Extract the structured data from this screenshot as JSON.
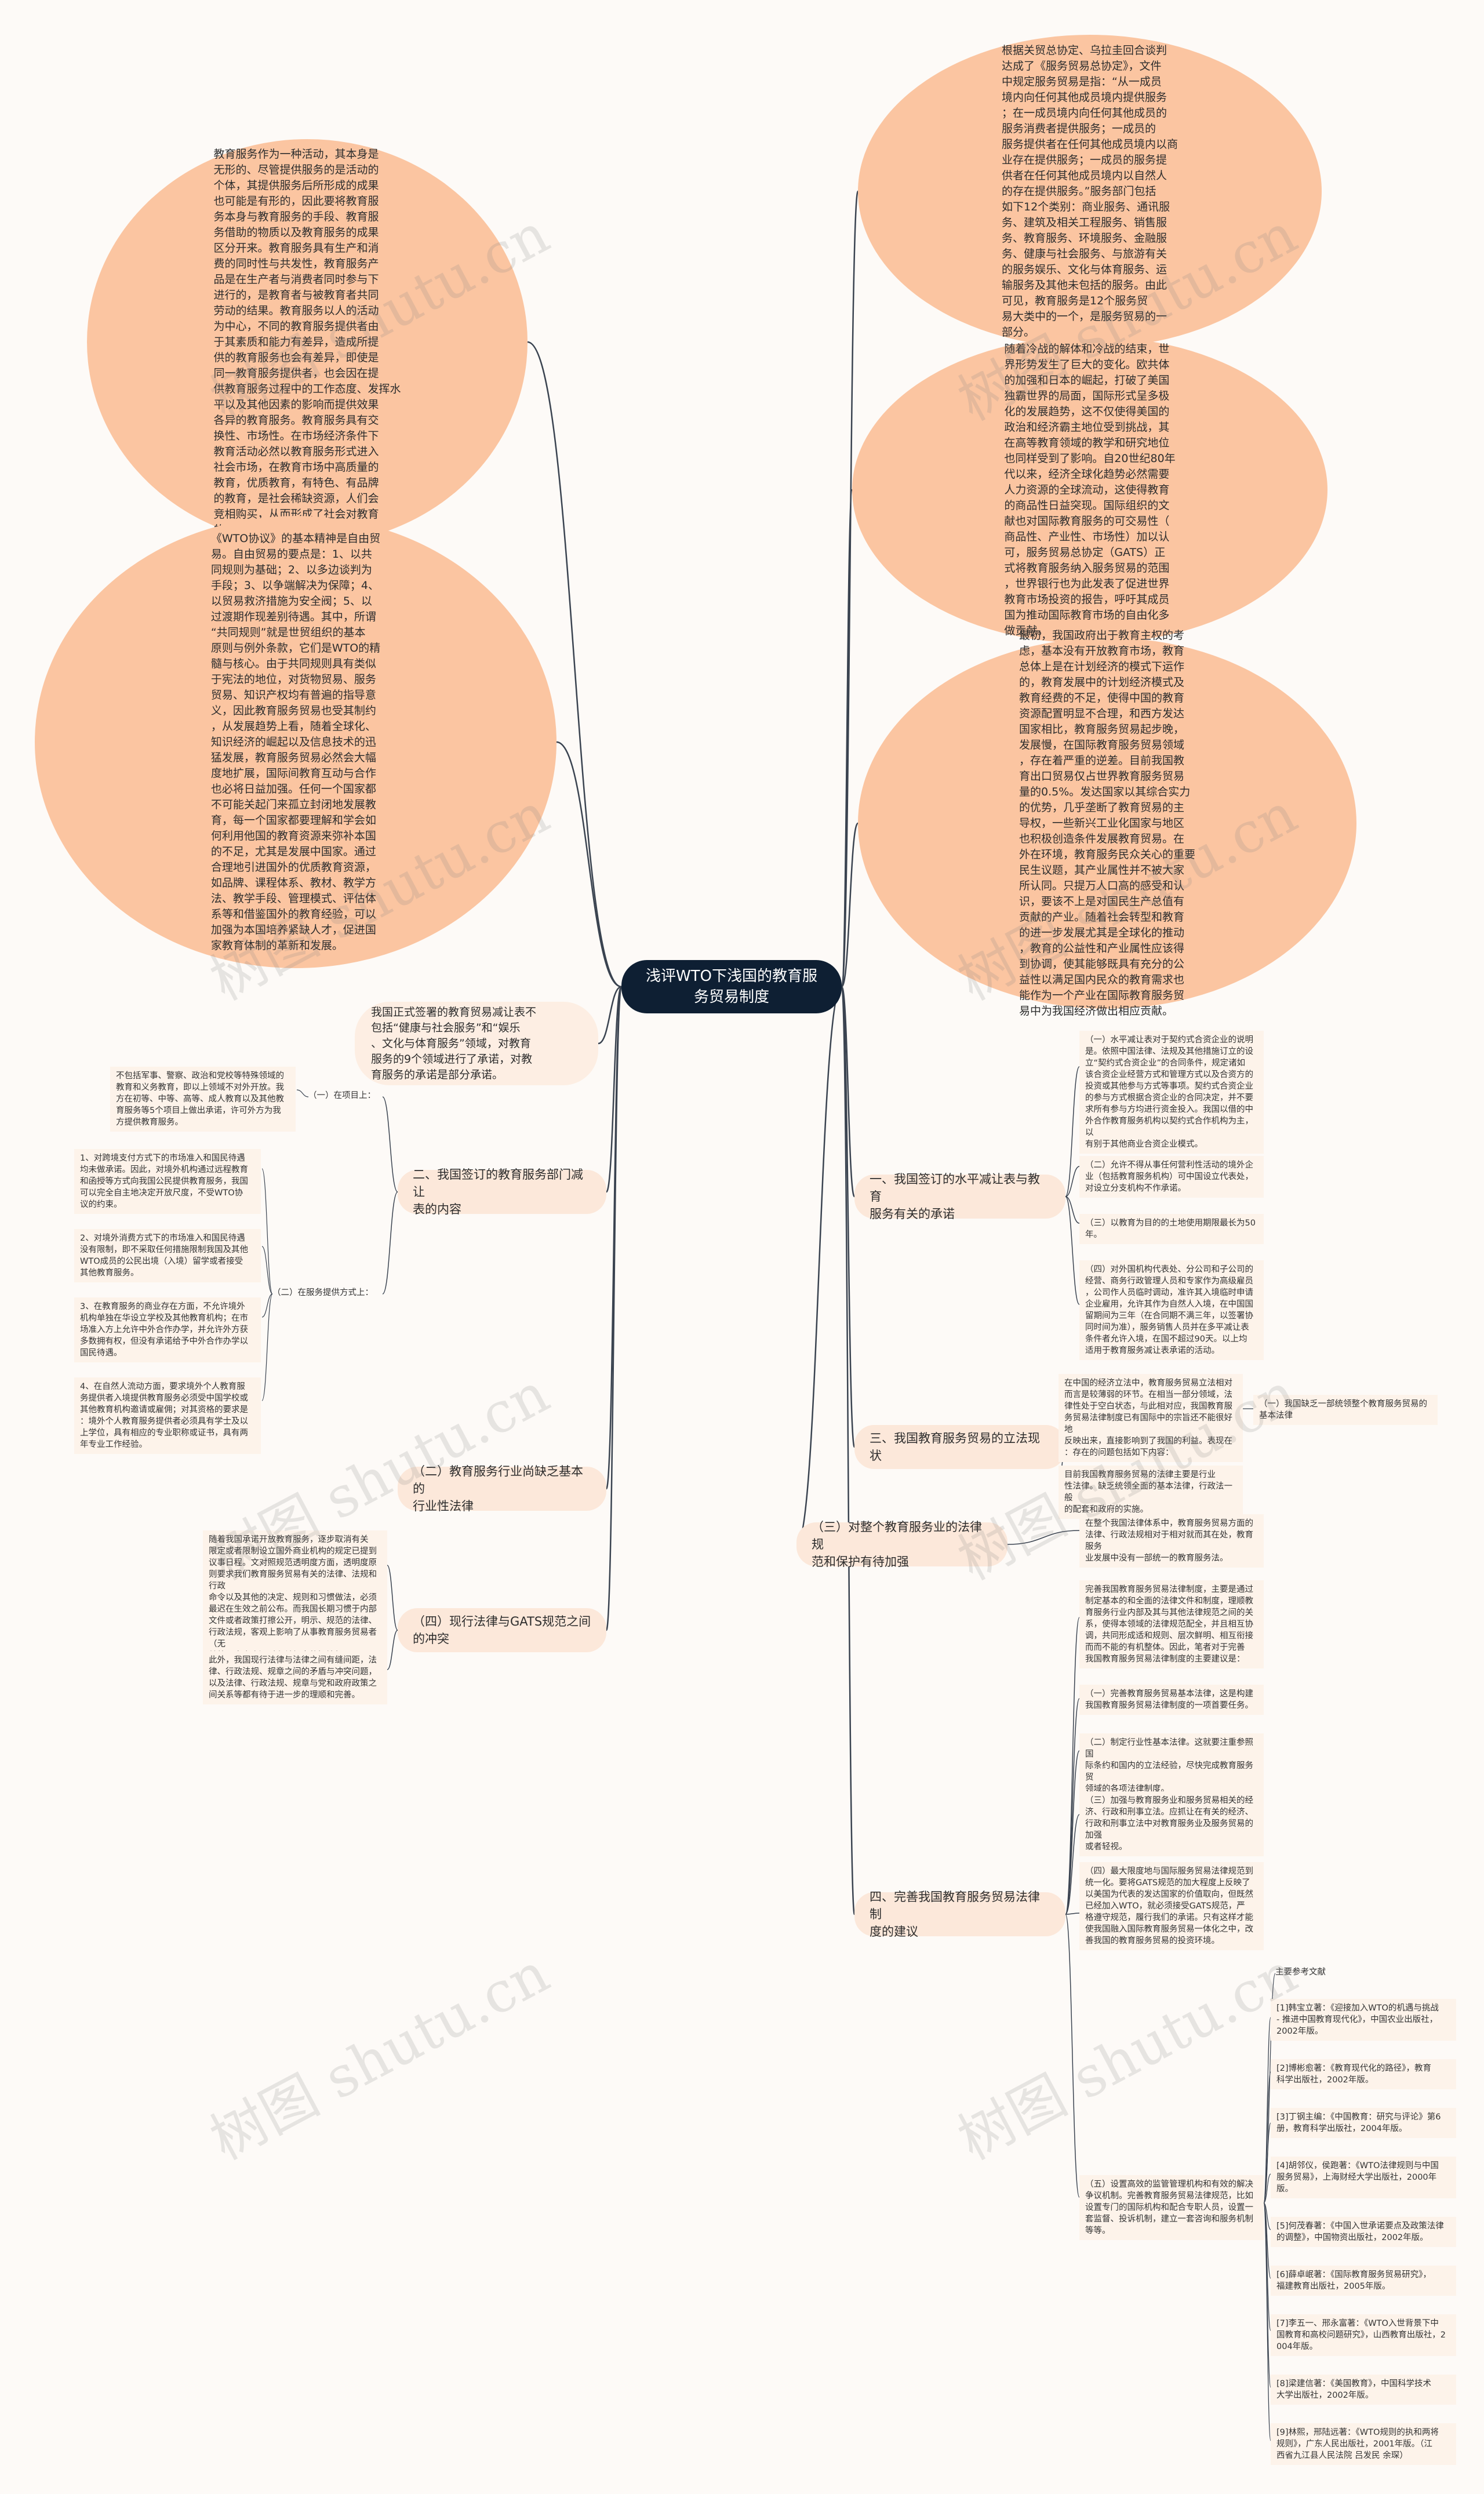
{
  "root": {
    "title": "浅评WTO下浅国的教育服\n务贸易制度"
  },
  "left_blobs": [
    "教育服务作为一种活动，其本身是\n无形的、尽管提供服务的是活动的\n个体，其提供服务后所形成的成果\n也可能是有形的，因此要将教育服\n务本身与教育服务的手段、教育服\n务借助的物质以及教育服务的成果\n区分开来。教育服务具有生产和消\n费的同时性与共发性，教育服务产\n品是在生产者与消费者同时参与下\n进行的，是教育者与被教育者共同\n劳动的结果。教育服务以人的活动\n为中心，不同的教育服务提供者由\n于其素质和能力有差异，造成所提\n供的教育服务也会有差异，即使是\n同一教育服务提供者，也会因在提\n供教育服务过程中的工作态度、发挥水\n平以及其他因素的影响而提供效果\n各异的教育服务。教育服务具有交\n换性、市场性。在市场经济条件下\n教育活动必然以教育服务形式进入\n社会市场，在教育市场中高质量的\n教育，优质教育，有特色、有品牌\n的教育，是社会稀缺资源，人们会\n竞相购买，从而形成了社会对教育\n的选择性消费。",
    "《WTO协议》的基本精神是自由贸\n易。自由贸易的要点是：1、以共\n同规则为基础；2、以多边谈判为\n手段；3、以争端解决为保障；4、\n以贸易救济措施为安全阀；5、以\n过渡期作现差别待遇。其中，所谓\n“共同规则”就是世贸组织的基本\n原则与例外条款，它们是WTO的精\n髓与核心。由于共同规则具有类似\n于宪法的地位，对货物贸易、服务\n贸易、知识产权均有普遍的指导意\n义，因此教育服务贸易也受其制约\n，从发展趋势上看，随着全球化、\n知识经济的崛起以及信息技术的迅\n猛发展，教育服务贸易必然会大幅\n度地扩展，国际间教育互动与合作\n也必将日益加强。任何一个国家都\n不可能关起门来孤立封闭地发展教\n育，每一个国家都要理解和学会如\n何利用他国的教育资源来弥补本国\n的不足，尤其是发展中国家。通过\n合理地引进国外的优质教育资源，\n如品牌、课程体系、教材、教学方\n法、教学手段、管理模式、评估体\n系等和借鉴国外的教育经验，可以\n加强为本国培养紧缺人才，促进国\n家教育体制的革新和发展。"
  ],
  "left_pill": "我国正式签署的教育贸易减让表不\n包括“健康与社会服务”和“娱乐\n、文化与体育服务”领域，对教育\n服务的9个领域进行了承诺，对教\n育服务的承诺是部分承诺。",
  "right_blobs": [
    "根据关贸总协定、乌拉圭回合谈判\n达成了《服务贸易总协定》，文件\n中规定服务贸易是指：“从一成员\n境内向任何其他成员境内提供服务\n；在一成员境内向任何其他成员的\n服务消费者提供服务；一成员的\n服务提供者在任何其他成员境内以商\n业存在提供服务；一成员的服务提\n供者在任何其他成员境内以自然人\n的存在提供服务。”服务部门包括\n如下12个类别：商业服务、通讯服\n务、建筑及相关工程服务、销售服\n务、教育服务、环境服务、金融服\n务、健康与社会服务、与旅游有关\n的服务娱乐、文化与体育服务、运\n输服务及其他未包括的服务。由此\n可见，教育服务是12个服务贸\n易大类中的一个，是服务贸易的一\n部分。",
    "随着冷战的解体和冷战的结束，世\n界形势发生了巨大的变化。欧共体\n的加强和日本的崛起，打破了美国\n独霸世界的局面，国际形式呈多极\n化的发展趋势，这不仅使得美国的\n政治和经济霸主地位受到挑战，其\n在高等教育领域的教学和研究地位\n也同样受到了影响。自20世纪80年\n代以来，经济全球化趋势必然需要\n人力资源的全球流动，这使得教育\n的商品性日益突现。国际组织的文\n献也对国际教育服务的可交易性（\n商品性、产业性、市场性）加以认\n可，服务贸易总协定（GATS）正\n式将教育服务纳入服务贸易的范围\n，世界银行也为此发表了促进世界\n教育市场投资的报告，呼吁其成员\n国为推动国际教育市场的自由化多\n做贡献。",
    "最初，我国政府出于教育主权的考\n虑，基本没有开放教育市场，教育\n总体上是在计划经济的模式下运作\n的，教育发展中的计划经济模式及\n教育经费的不足，使得中国的教育\n资源配置明显不合理，和西方发达\n国家相比，教育服务贸易起步晚，\n发展慢，在国际教育服务贸易领域\n，存在着严重的逆差。目前我国教\n育出口贸易仅占世界教育服务贸易\n量的0.5%。发达国家以其综合实力\n的优势，几乎垄断了教育贸易的主\n导权，一些新兴工业化国家与地区\n也积极创造条件发展教育贸易。在\n外在环境，教育服务民众关心的重要\n民生议题，其产业属性并不被大家\n所认同。只提万人口高的感受和认\n识，要该不上是对国民生产总值有\n贡献的产业。随着社会转型和教育\n的进一步发展尤其是全球化的推动\n，教育的公益性和产业属性应该得\n到协调，使其能够既具有充分的公\n益性以满足国内民众的教育需求也\n能作为一个产业在国际教育服务贸\n易中为我国经济做出相应贡献。"
  ],
  "branches": [
    {
      "label": "二、我国签订的教育服务部门减让\n表的内容",
      "children": [
        {
          "tag": "（一）在项目上：",
          "leaves": [
            "不包括军事、警察、政治和党校等特殊领域的\n教育和义务教育，即以上领域不对外开放。我\n方在初等、中等、高等、成人教育以及其他教\n育服务等5个项目上做出承诺，许可外方为我\n方提供教育服务。"
          ]
        },
        {
          "tag": "（二）在服务提供方式上：",
          "leaves": [
            "1、对跨境支付方式下的市场准入和国民待遇\n均未做承诺。因此，对境外机构通过远程教育\n和函授等方式向我国公民提供教育服务，我国\n可以完全自主地决定开放尺度，不受WTO协\n议的约束。",
            "2、对境外消费方式下的市场准入和国民待遇\n没有限制，即不采取任何措施限制我国及其他\nWTO成员的公民出境（入境）留学或者接受\n其他教育服务。",
            "3、在教育服务的商业存在方面，不允许境外\n机构单独在华设立学校及其他教育机构；在市\n场准入方上允许中外合作办学，并允许外方获\n多数拥有权，但没有承诺给予中外合作办学以\n国民待遇。",
            "4、在自然人流动方面，要求境外个人教育服\n务提供者入境提供教育服务必须受中国学校或\n其他教育机构邀请或雇佣；对其资格的要求是\n：境外个人教育服务提供者必须具有学士及以\n上学位，具有相应的专业职称或证书，具有两\n年专业工作经验。"
          ]
        }
      ]
    },
    {
      "label": "（二）教育服务行业尚缺乏基本的\n行业性法律",
      "leaves": []
    },
    {
      "label": "（四）现行法律与GATS规范之间\n的冲突",
      "leaves": [
        "随着我国承诺开放教育服务，逐步取消有关\n限定或者限制设立国外商业机构的规定已提到\n议事日程。文对照规范透明度方面，透明度原\n则要求我们教育服务贸易有关的法律、法规和行政\n命令以及其他的决定、规则和习惯做法，必须\n最迟在生效之前公布。而我国长期习惯于内部\n文件或者政策打擦公开，明示、规范的法律、\n行政法规，客观上影响了从事教育服务贸易者（无\n其外国当事人）对有关规定的知情权。",
        "此外，我国现行法律与法律之间有缝间距，法\n律、行政法规、规章之间的矛盾与冲突问题，\n以及法律、行政法规、规章与党和政府政策之\n间关系等都有待于进一步的理顺和完善。"
      ]
    },
    {
      "label": "一、我国签订的水平减让表与教育\n服务有关的承诺",
      "leaves": [
        "（一）水平减让表对于契约式合资企业的说明\n是。依照中国法律、法规及其他措施订立的设\n立“契约式合资企业”的合同条件，规定诸如\n该合资企业经营方式和管理方式以及合资方的\n投资或其他参与方式等事项。契约式合资企业\n的参与方式根据合资企业的合同决定，并不要\n求所有参与方均进行资金投入。我国以借的中\n外合作教育服务机构以契约式合作机构为主，以\n有别于其他商业合资企业模式。",
        "（二）允许不得从事任何营利性活动的境外企\n业（包括教育服务机构）可中国设立代表处，\n对设立分支机构不作承诺。",
        "（三）以教育为目的的土地使用期限最长为50\n年。",
        "（四）对外国机构代表处、分公司和子公司的\n经营、商务行政管理人员和专家作为高级雇员\n，公司作人员临时调动，准许其入境临时申请\n企业雇用，允许其作为自然人入境，在中国国\n留期间为三年（在合同期不满三年，以签署协\n同时间为准），服务销售人员并在多平减让表\n条件者允许入境，在国不超过90天。以上均\n适用于教育服务减让表承诺的活动。"
      ]
    },
    {
      "label": "三、我国教育服务贸易的立法现状",
      "leaves": [
        "在中国的经济立法中，教育服务贸易立法相对\n而言是较薄弱的环节。在相当一部分领域，法\n律性处于空白状态，与此相对应，我国教育服\n务贸易法律制度已有国际中的宗旨还不能很好地\n反映出来，直接影响到了我国的利益。表现在\n：存在的问题包括如下内容：",
        "目前我国教育服务贸易的法律主要是行业\n性法律。缺乏统领全面的基本法律，行政法一般\n的配套和政府的实施。"
      ],
      "side": "（一）我国缺乏一部统领整个教育服务贸易的\n基本法律"
    },
    {
      "label": "（三）对整个教育服务业的法律规\n范和保护有待加强",
      "leaves": [
        "在整个我国法律体系中，教育服务贸易方面的\n法律、行政法规相对于相对就而其在处，教育服务\n业发展中没有一部统一的教育服务法。"
      ]
    },
    {
      "label": "四、完善我国教育服务贸易法律制\n度的建议",
      "leaves": [
        "完善我国教育服务贸易法律制度，主要是通过\n制定基本的和全面的法律文件和制度，理顺教\n育服务行业内部及其与其他法律规范之间的关\n系，使得本领域的法律规范配全，并且相互协\n调，共同形成适和规则、层次鲜明、相互衔接\n而而不能的有机整体。因此，笔者对于完善\n我国教育服务贸易法律制度的主要建议是：",
        "（一）完善教育服务贸易基本法律，这是构建\n我国教育服务贸易法律制度的一项首要任务。",
        "（二）制定行业性基本法律。这就要注重参照国\n际条约和国内的立法经验，尽快完成教育服务贸\n领域的各项法律制度。",
        "（三）加强与教育服务业和服务贸易相关的经\n济、行政和刑事立法。应抓让在有关的经济、\n行政和刑事立法中对教育服务业及服务贸易的加强\n或者轻视。",
        "（四）最大限度地与国际服务贸易法律规范到\n统一化。要将GATS规范的加大程度上反映了\n以美国为代表的发达国家的价值取向，但既然\n已经加入WTO，就必须接受GATS规范，严\n格遵守规范，履行我们的承诺。只有这样才能\n使我国融入国际教育服务贸易一体化之中，改\n善我国的教育服务贸易的投资环境。",
        "（五）设置高效的监管管理机构和有效的解决\n争议机制。完善教育服务贸易法律规范，比如\n设置专门的国际机构和配合专职人员，设置一\n套监督、投诉机制，建立一套咨询和服务机制\n等等。"
      ]
    }
  ],
  "references": {
    "title": "主要参考文献",
    "items": [
      "[1]韩宝立著：《迎接加入WTO的机遇与挑战\n- 推进中国教育现代化》，中国农业出版社，\n2002年版。",
      "[2]博彬愈著：《教育现代化的路径》，教育\n科学出版社，2002年版。",
      "[3]丁钢主编：《中国教育：研究与评论》第6\n册，教育科学出版社，2004年版。",
      "[4]胡邻仪，侯跑著：《WTO法律规则与中国\n服务贸易》，上海财经大学出版社，2000年\n版。",
      "[5]何茂春著：《中国入世承诺要点及政策法律\n的调整》，中国物资出版社，2002年版。",
      "[6]薛卓岷著：《国际教育服务贸易研究》，\n福建教育出版社，2005年版。",
      "[7]李五一、邢永富著：《WTO入世背景下中\n国教育和高校问题研究》，山西教育出版社，2\n004年版。",
      "[8]梁建信著：《美国教育》，中国科学技术\n大学出版社，2002年版。",
      "[9]林熙，邢陆远著：《WTO规则的执和两将\n规则》，广东人民出版社，2001年版。（江\n西省九江县人民法院 吕发民 余琛）"
    ]
  },
  "watermark": "树图 shutu.cn",
  "colors": {
    "root": "#0e1f33",
    "blob": "#fbc5a1",
    "branch": "#fce8da",
    "line": "#3a4350"
  }
}
